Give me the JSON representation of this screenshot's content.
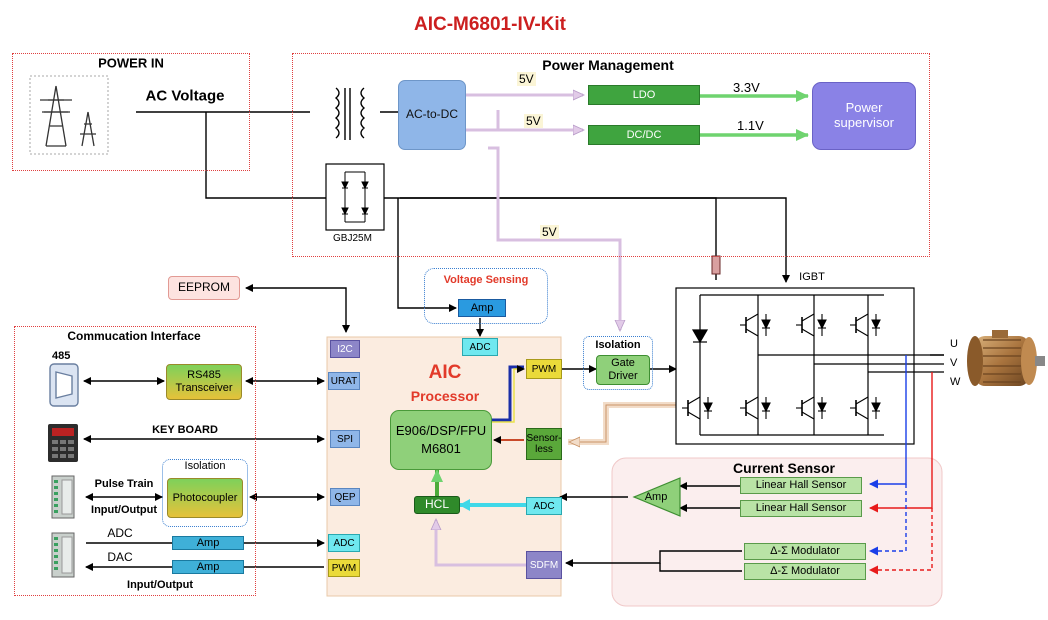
{
  "title": "AIC-M6801-IV-Kit",
  "power_in": {
    "heading": "POWER IN",
    "ac_label": "AC Voltage"
  },
  "power_mgmt": {
    "heading": "Power Management",
    "transformer_icon": "transformer-icon",
    "ac_dc": "AC-to-DC",
    "ldo": "LDO",
    "dcdc": "DC/DC",
    "v5_a": "5V",
    "v5_b": "5V",
    "v5_c": "5V",
    "v33": "3.3V",
    "v11": "1.1V",
    "supervisor": "Power supervisor",
    "rectifier_label": "GBJ25M"
  },
  "eeprom": "EEPROM",
  "voltage_sensing": {
    "heading": "Voltage Sensing",
    "amp": "Amp"
  },
  "comm": {
    "heading": "Commucation Interface",
    "port_485": "485",
    "rs485": "RS485 Transceiver",
    "keyboard": "KEY BOARD",
    "isolation": "Isolation",
    "pulse_train": "Pulse Train",
    "io1": "Input/Output",
    "photocoupler": "Photocoupler",
    "adc": "ADC",
    "dac": "DAC",
    "amp1": "Amp",
    "amp2": "Amp",
    "io2": "Input/Output"
  },
  "aic": {
    "name": "AIC",
    "subtitle": "Processor",
    "core_line1": "E906/DSP/FPU",
    "core_line2": "M6801",
    "hcl": "HCL",
    "sensorless": "Sensor-less",
    "pins": {
      "i2c": "I2C",
      "urat": "URAT",
      "spi": "SPI",
      "qep": "QEP",
      "adc_left": "ADC",
      "pwm_left": "PWM",
      "adc_top": "ADC",
      "pwm_right": "PWM",
      "adc_right": "ADC",
      "sdfm": "SDFM"
    }
  },
  "gate": {
    "isolation": "Isolation",
    "driver": "Gate Driver"
  },
  "igbt": {
    "label": "IGBT",
    "phases": [
      "U",
      "V",
      "W"
    ]
  },
  "current_sensor": {
    "heading": "Current Sensor",
    "amp": "Amp",
    "hall1": "Linear Hall Sensor",
    "hall2": "Linear Hall Sensor",
    "mod1": "Δ-Σ Modulator",
    "mod2": "Δ-Σ Modulator"
  },
  "colors": {
    "title_red": "#cc1f1f",
    "green": "#2e9e2e",
    "purple_block": "#8a82e6",
    "blue_block": "#8fb6e8",
    "tan": "#d9a77a"
  }
}
